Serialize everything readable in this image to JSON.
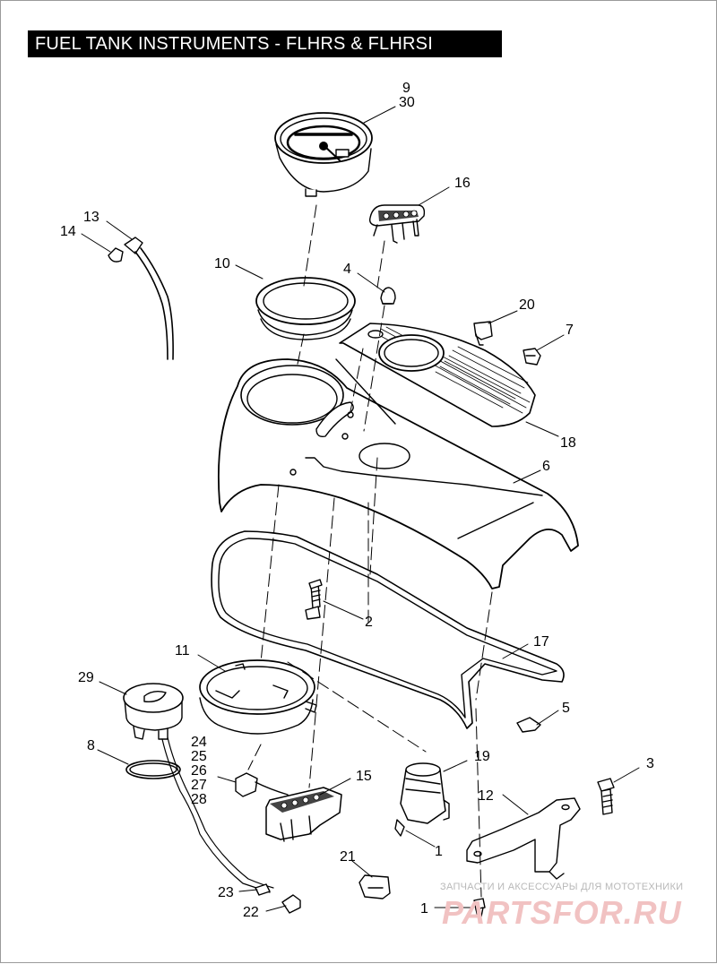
{
  "title": "FUEL TANK INSTRUMENTS - FLHRS & FLHRSI",
  "callouts": {
    "c9": "9",
    "c30": "30",
    "c16": "16",
    "c13": "13",
    "c14": "14",
    "c10": "10",
    "c4": "4",
    "c20": "20",
    "c7": "7",
    "c18": "18",
    "c6": "6",
    "c2": "2",
    "c17": "17",
    "c11": "11",
    "c29": "29",
    "c5": "5",
    "c8": "8",
    "c24": "24",
    "c25": "25",
    "c26": "26",
    "c27": "27",
    "c28": "28",
    "c15": "15",
    "c19": "19",
    "c3": "3",
    "c12": "12",
    "c1a": "1",
    "c21": "21",
    "c23": "23",
    "c22": "22",
    "c1b": "1"
  },
  "watermark": {
    "text": "ЗАПЧАСТИ И АКСЕССУАРЫ ДЛЯ МОТОТЕХНИКИ",
    "logo": "PARTSFOR.RU"
  }
}
